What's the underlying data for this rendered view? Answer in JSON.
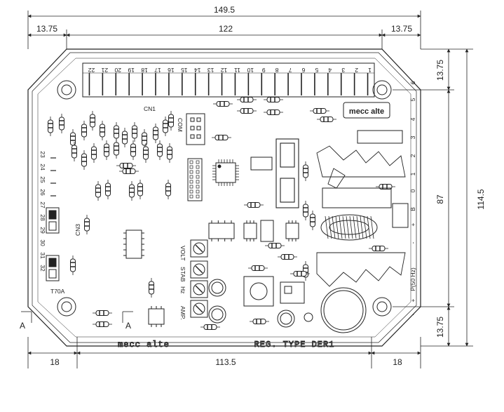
{
  "dimensions": {
    "overall_width": "149.5",
    "hole_spacing": "122",
    "left_inset_top": "13.75",
    "right_inset_top": "13.75",
    "bottom_left": "18",
    "bottom_mid": "113.5",
    "bottom_right": "18",
    "right_top": "13.75",
    "right_mid": "87",
    "right_bottom": "13.75",
    "overall_height": "114.5"
  },
  "section_marker": "A",
  "top_terminals": [
    "22",
    "21",
    "20",
    "19",
    "18",
    "17",
    "16",
    "15",
    "14",
    "13",
    "12",
    "11",
    "10",
    "9",
    "8",
    "7",
    "6",
    "5",
    "4",
    "3",
    "2",
    "1"
  ],
  "left_terminals": [
    "23",
    "24",
    "25",
    "26",
    "27",
    "28",
    "29",
    "30",
    "31",
    "32"
  ],
  "right_terminals": [
    "6",
    "5",
    "4",
    "3",
    "2",
    "1",
    "0",
    "B",
    "+",
    "-",
    "P(50 Hz)",
    "+",
    "-"
  ],
  "labels": {
    "cn1": "CN1",
    "com": "COM",
    "cn3": "CN3",
    "t70a": "T70A",
    "volt": "VOLT",
    "stab": "STAB",
    "hz": "Hz",
    "amp": "AMP."
  },
  "brand_top": "mecc alte",
  "brand_bottom": "mecc alte",
  "reg_type": "REG. TYPE DER1"
}
